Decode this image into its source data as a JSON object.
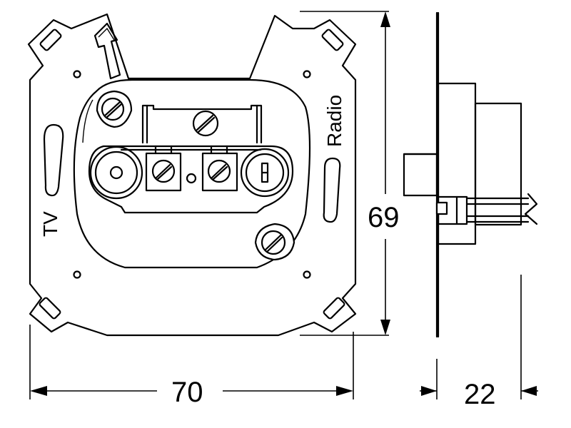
{
  "labels": {
    "tv": "TV",
    "radio": "Radio"
  },
  "dimensions": {
    "width": "70",
    "height": "69",
    "depth": "22"
  }
}
